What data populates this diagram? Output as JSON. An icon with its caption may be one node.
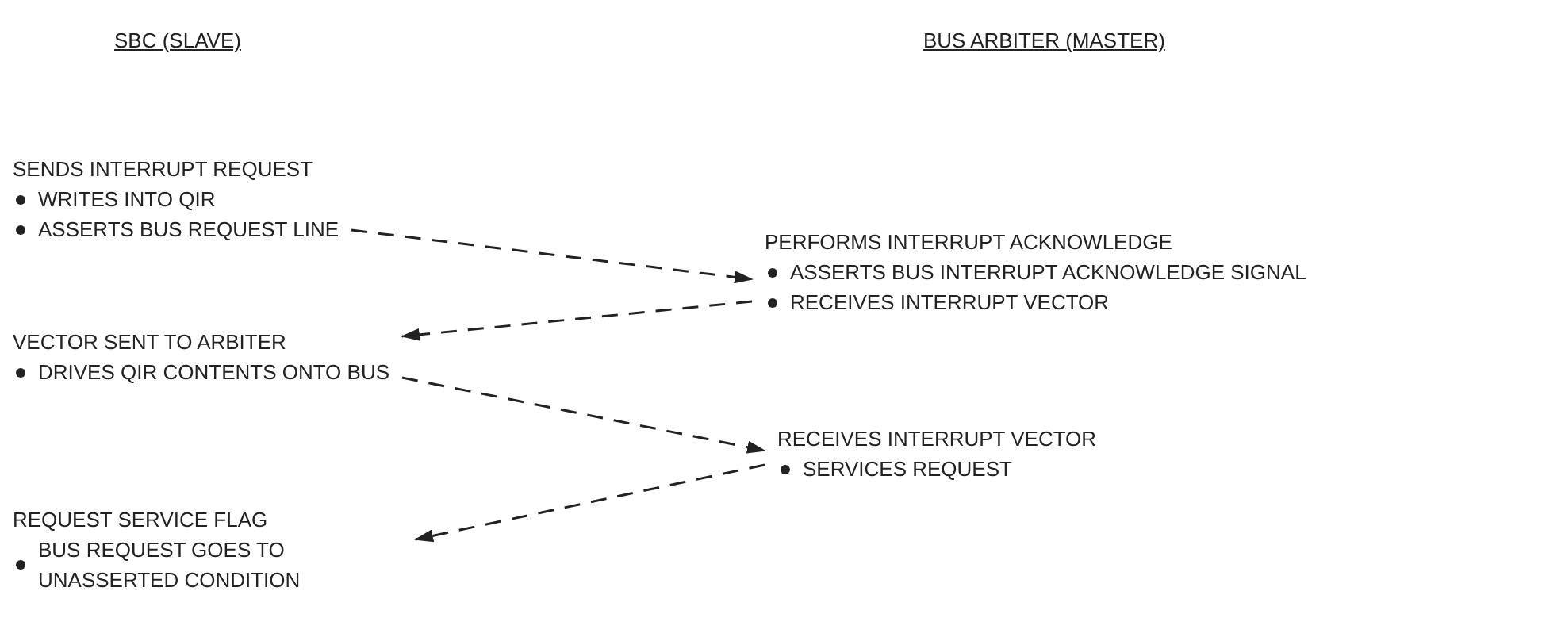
{
  "diagram": {
    "nodes": [
      {
        "text": [
          "SENDS INTERRUPT REQUEST",
          "WRITES INTO QIR",
          "ASSERTS BUS REQUEST LINE"
        ]
      },
      {
        "text": [
          "PERFORMS INTERRUPT ACKNOWLEDGE",
          "ASSERTS BUS INTERRUPT ACKNOWLEDGE SIGNAL",
          "RECEIVES INTERRUPT VECTOR"
        ]
      },
      {
        "text": [
          "VECTOR SENT TO ARBITER",
          "DRIVES QIR CONTENTS ONTO BUS"
        ]
      },
      {
        "text": [
          "RECEIVES INTERRUPT VECTOR",
          "SERVICES REQUEST"
        ]
      },
      {
        "text": [
          "REQUEST SERVICE FLAG",
          "BUS REQUEST GOES TO UNASSERTED CONDITION"
        ]
      }
    ],
    "edges": [
      {
        "from": 0,
        "to": 1,
        "arrow": "to",
        "style": "dashed"
      },
      {
        "from": 1,
        "to": 2,
        "arrow": "to",
        "style": "dashed"
      },
      {
        "from": 2,
        "to": 3,
        "arrow": "to",
        "style": "dashed"
      },
      {
        "from": 3,
        "to": 4,
        "arrow": "to",
        "style": "dashed"
      }
    ],
    "labels": [
      "SBC (SLAVE)",
      "BUS ARBITER (MASTER)"
    ]
  }
}
